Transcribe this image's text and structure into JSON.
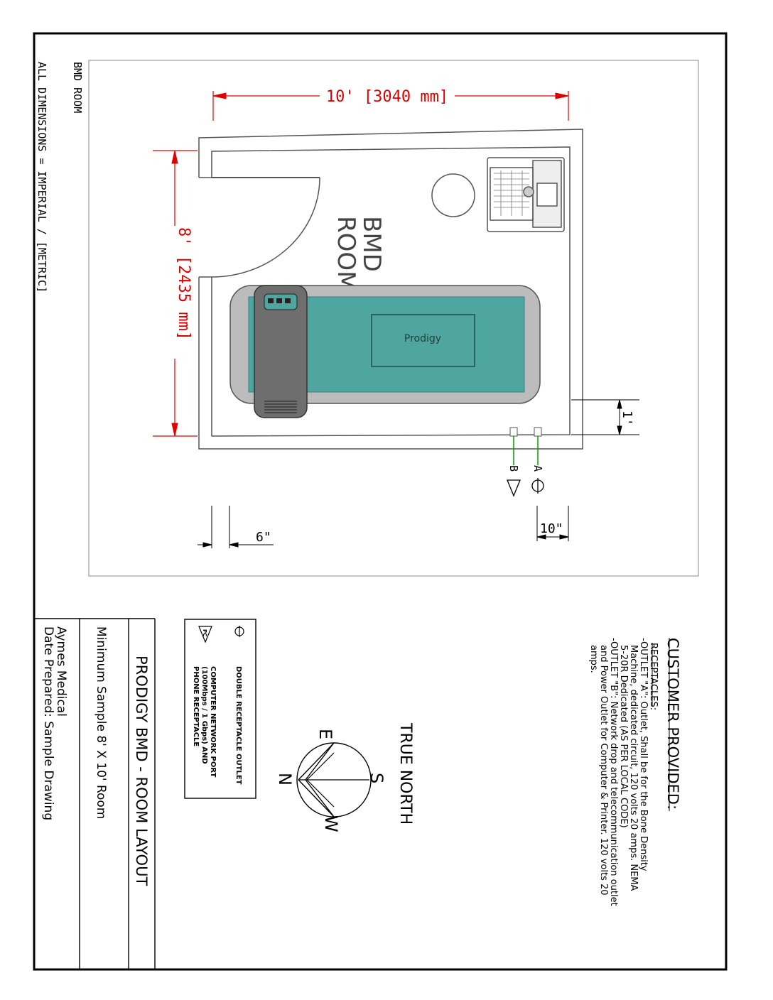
{
  "drawing": {
    "header_title": "BMD ROOM",
    "header_dims": "ALL DIMENSIONS = IMPERIAL / [METRIC]",
    "room_label_1": "BMD",
    "room_label_2": "ROOM",
    "machine_label": "Prodigy",
    "dim_width": "10' [3040 mm]",
    "dim_length": "8' [2435 mm]",
    "dim_one_ft": "1'",
    "dim_six_in": "6\"",
    "dim_ten_in": "10\"",
    "outlet_a": "A",
    "outlet_b": "B"
  },
  "customer": {
    "title": "CUSTOMER PROVIDED:",
    "subtitle": "RECEPTACLES:",
    "lines": [
      "-OUTLET \"A\": Outlet, Shall be for the Bone Density",
      "Machine, dedicated circuit, 120 volts 20 amps. NEMA",
      "5-20R Dedicated (AS PER LOCAL CODE)",
      "-OUTLET \"B\": Network drop and telecommunication outlet",
      "and Power Outlet for Computer & Printer. 120 volts 20",
      "amps."
    ]
  },
  "compass": {
    "label": "TRUE NORTH",
    "n": "N",
    "e": "E",
    "s": "S",
    "w": "W"
  },
  "legend": {
    "outlet_desc": "DOUBLE RECEPTACLE OUTLET",
    "network_symbol": "PC",
    "network_line1": "COMPUTER NETWORK PORT",
    "network_line2": "(100Mbps / 1 Gbps) AND",
    "network_line3": "PHONE RECEPTACLE"
  },
  "title_block": {
    "title": "PRODIGY BMD - ROOM LAYOUT",
    "subtitle": "Minimum Sample 8' X 10' Room",
    "company": "Aymes Medical",
    "date": "Date Prepared: Sample Drawing"
  },
  "colors": {
    "table_teal": "#4fa6a0",
    "arm_gray": "#6e6e6e",
    "dimension_red": "#e00000",
    "outlet_green": "#00a000"
  }
}
